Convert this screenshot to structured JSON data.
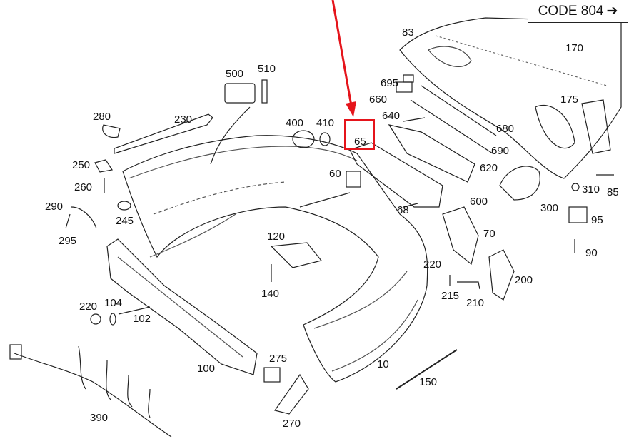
{
  "header": {
    "code_label": "CODE 804",
    "arrow_icon": "arrow-right"
  },
  "highlight": {
    "part": "65",
    "color": "#e5141b"
  },
  "parts": [
    "83",
    "170",
    "500",
    "510",
    "695",
    "660",
    "175",
    "280",
    "230",
    "400",
    "410",
    "640",
    "680",
    "690",
    "620",
    "250",
    "60",
    "260",
    "310",
    "85",
    "290",
    "600",
    "300",
    "68",
    "245",
    "95",
    "295",
    "70",
    "120",
    "90",
    "220",
    "140",
    "200",
    "215",
    "210",
    "220",
    "104",
    "102",
    "275",
    "10",
    "100",
    "150",
    "390",
    "270"
  ]
}
